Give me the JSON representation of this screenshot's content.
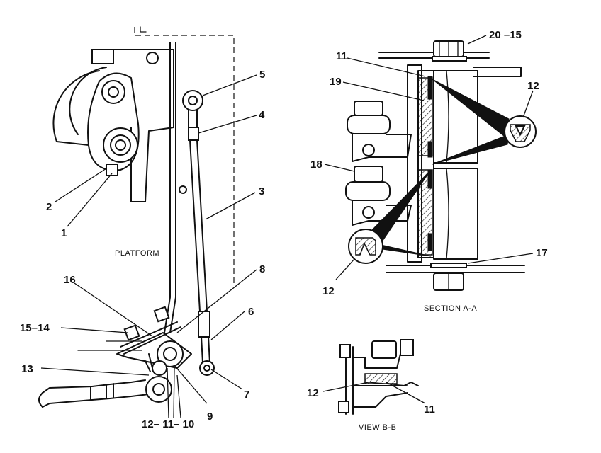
{
  "callouts": {
    "c1": "1",
    "c2": "2",
    "c3": "3",
    "c4": "4",
    "c5": "5",
    "c6": "6",
    "c7": "7",
    "c8": "8",
    "c9": "9",
    "c13": "13",
    "c15_14": "15–14",
    "c16": "16",
    "c12_11_10": "12– 11– 10",
    "c20_15": "20 –15",
    "c11_a": "11",
    "c19": "19",
    "c12_a": "12",
    "c18": "18",
    "c12_b": "12",
    "c17": "17",
    "c12_c": "12",
    "c11_b": "11"
  },
  "labels": {
    "platform": "PLATFORM",
    "section_aa": "SECTION A-A",
    "view_bb": "VIEW B-B"
  }
}
